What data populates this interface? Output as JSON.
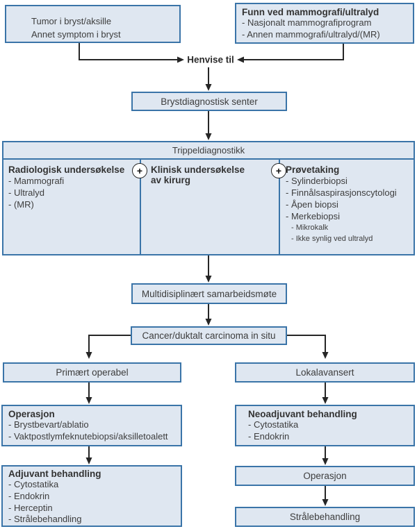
{
  "colors": {
    "box_fill": "#dfe7f1",
    "box_border": "#3a74a8",
    "arrow_line": "#262626",
    "text": "#3d3d3d"
  },
  "flowchart": {
    "tumor_box": {
      "line1": "Tumor i bryst/aksille",
      "line2": "Annet symptom i bryst"
    },
    "funn_box": {
      "title": "Funn ved mammografi/ultralyd",
      "items": [
        "- Nasjonalt mammografiprogram",
        "- Annen mammografi/ultralyd/(MR)"
      ]
    },
    "henvise_label": "Henvise til",
    "senter_box": {
      "label": "Brystdiagnostisk senter"
    },
    "trippel_box": {
      "header": "Trippeldiagnostikk",
      "plus_symbol": "+",
      "radiologisk": {
        "title": "Radiologisk undersøkelse",
        "items": [
          "- Mammografi",
          "- Ultralyd",
          "- (MR)"
        ]
      },
      "klinisk": {
        "title_line1": "Klinisk undersøkelse",
        "title_line2": "av kirurg"
      },
      "provetaking": {
        "title": "Prøvetaking",
        "items": [
          "- Sylinderbiopsi",
          "- Finnålsaspirasjonscytologi",
          "- Åpen biopsi",
          "- Merkebiopsi"
        ],
        "subitems": [
          "- Mikrokalk",
          "- Ikke synlig ved ultralyd"
        ]
      }
    },
    "multidisiplinaert_box": {
      "label": "Multidisiplinært samarbeidsmøte"
    },
    "cancer_box": {
      "label": "Cancer/duktalt carcinoma in situ"
    },
    "primaert_box": {
      "label": "Primært operabel"
    },
    "lokalavansert_box": {
      "label": "Lokalavansert"
    },
    "operasjon_left_box": {
      "title": "Operasjon",
      "items": [
        "- Brystbevart/ablatio",
        "- Vaktpostlymfeknutebiopsi/aksilletoalett"
      ]
    },
    "adjuvant_box": {
      "title": "Adjuvant behandling",
      "items": [
        "- Cytostatika",
        "- Endokrin",
        "- Herceptin",
        "- Strålebehandling"
      ]
    },
    "neoadjuvant_box": {
      "title": "Neoadjuvant behandling",
      "items": [
        "- Cytostatika",
        "- Endokrin"
      ]
    },
    "operasjon_right_box": {
      "label": "Operasjon"
    },
    "straale_box": {
      "label": "Strålebehandling"
    }
  }
}
